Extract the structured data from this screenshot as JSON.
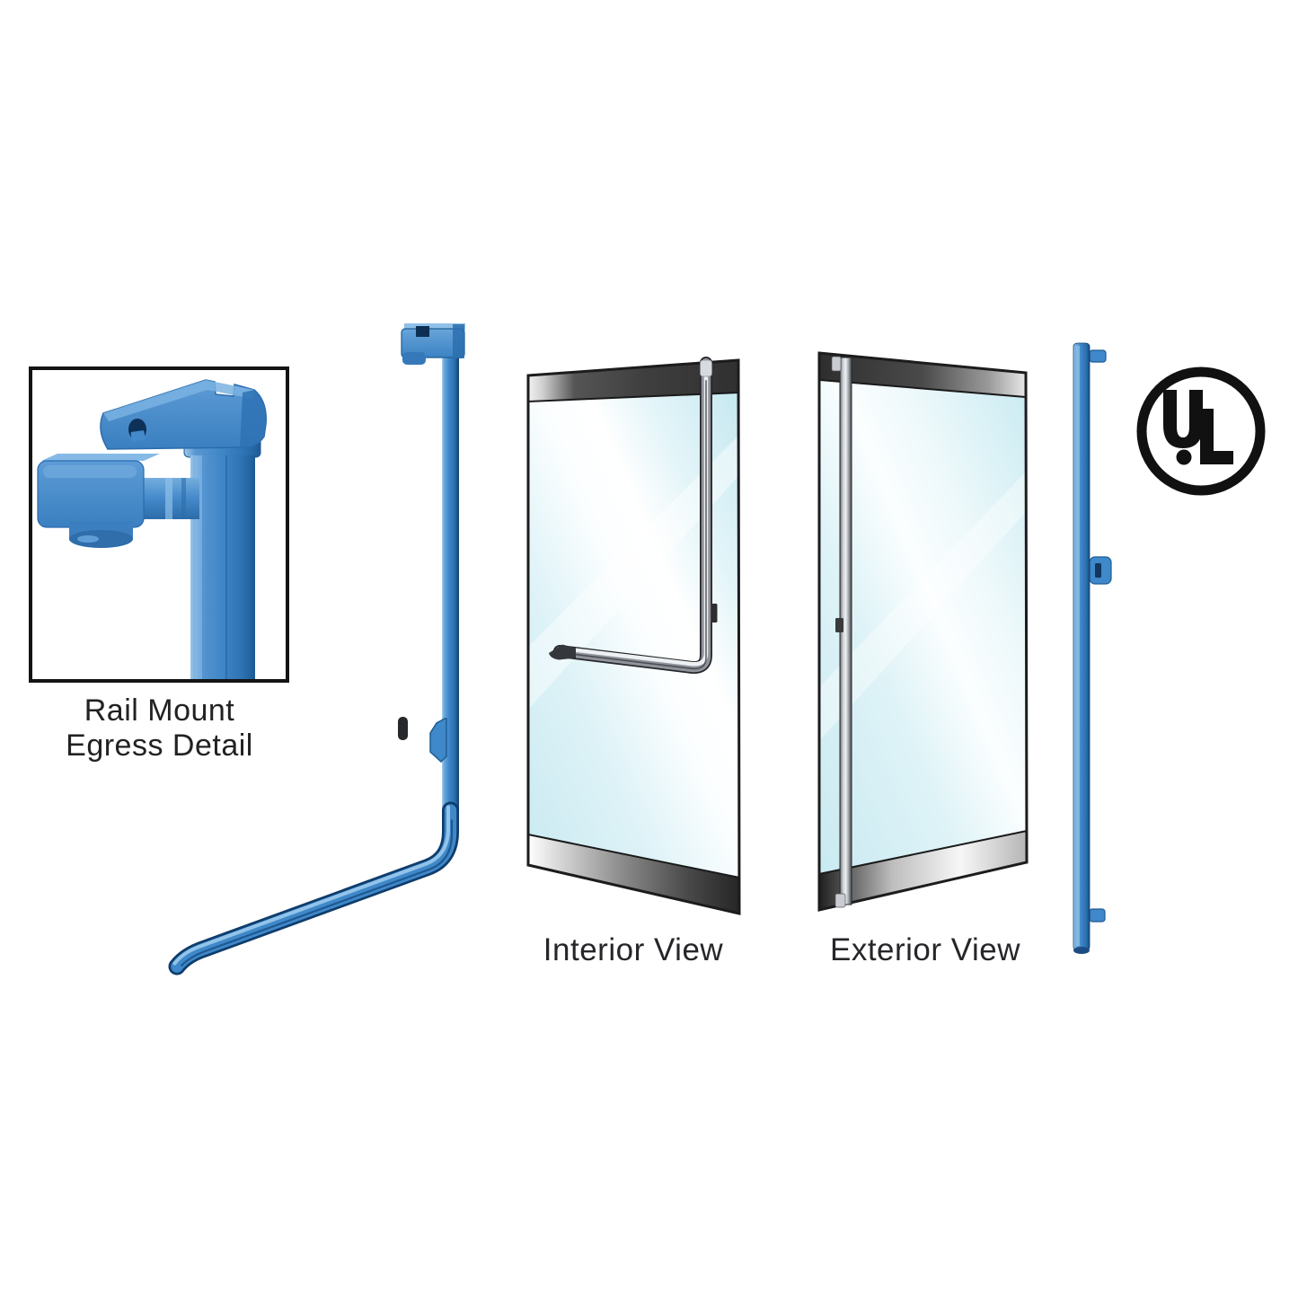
{
  "page": {
    "captions": {
      "detail_line1": "Rail Mount",
      "detail_line2": "Egress Detail",
      "interior_view": "Interior View",
      "exterior_view": "Exterior View"
    },
    "certification": {
      "mark": "UL"
    },
    "colors": {
      "hardware_blue": "#3f88c9",
      "hardware_blue_light": "#9bcaec",
      "hardware_blue_dark": "#1d5c94",
      "glass_tint": "#cfeef5",
      "frame_metal_dark": "#2b2b2b",
      "frame_metal_light": "#ededed",
      "caption_text": "#26262a"
    }
  }
}
